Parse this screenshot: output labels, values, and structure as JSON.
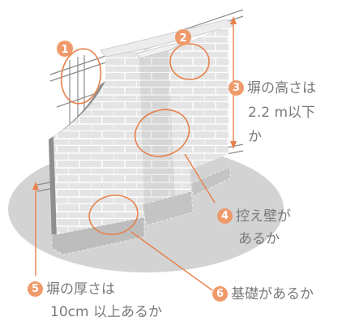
{
  "callouts": [
    {
      "num": "1",
      "text": []
    },
    {
      "num": "2",
      "text": []
    },
    {
      "num": "3",
      "text": [
        "塀の高さは",
        "2.2 m以下",
        "か"
      ]
    },
    {
      "num": "4",
      "text": [
        "控え壁が",
        "あるか"
      ]
    },
    {
      "num": "5",
      "text": [
        "塀の厚さは",
        "10cm 以上あるか"
      ]
    },
    {
      "num": "6",
      "text": [
        "基礎があるか"
      ]
    }
  ],
  "colors": {
    "accent": "#e8804a",
    "badge": "#ef9a6a",
    "ground": "#d3d3d3",
    "wall_light": "#e6e6e6",
    "wall_mid": "#d8d8d8",
    "wall_dark": "#9a9a9a",
    "text": "#7a7a7a"
  }
}
